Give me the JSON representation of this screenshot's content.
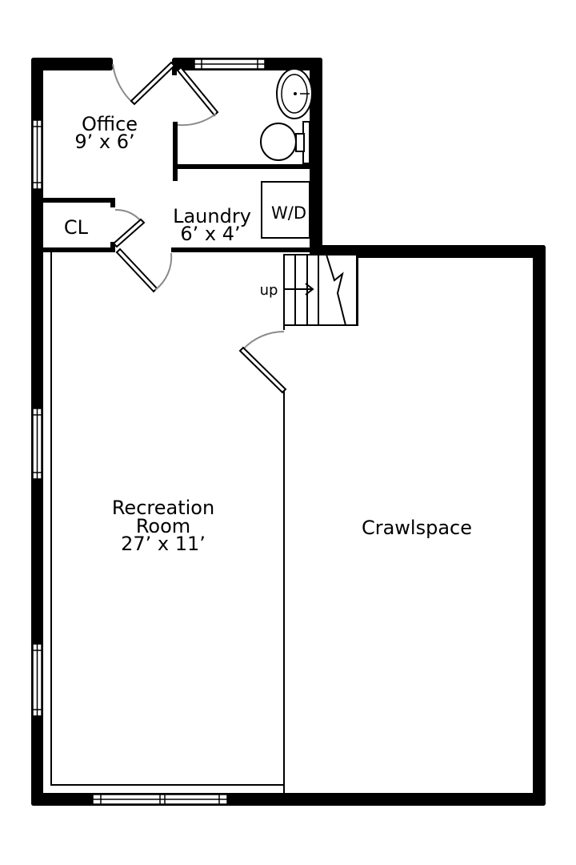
{
  "rooms": {
    "office": {
      "name": "Office",
      "dims": "9’ x 6’"
    },
    "closet": {
      "name": "CL"
    },
    "laundry": {
      "name": "Laundry",
      "dims": "6’ x 4’",
      "appliance": "W/D"
    },
    "recreation": {
      "name_line1": "Recreation",
      "name_line2": "Room",
      "dims": "27’ x 11’"
    },
    "crawlspace": {
      "name": "Crawlspace"
    }
  },
  "stairs": {
    "label": "up"
  },
  "colors": {
    "wall": "#000000",
    "door_swing": "#8a8a8a",
    "background": "#ffffff"
  }
}
